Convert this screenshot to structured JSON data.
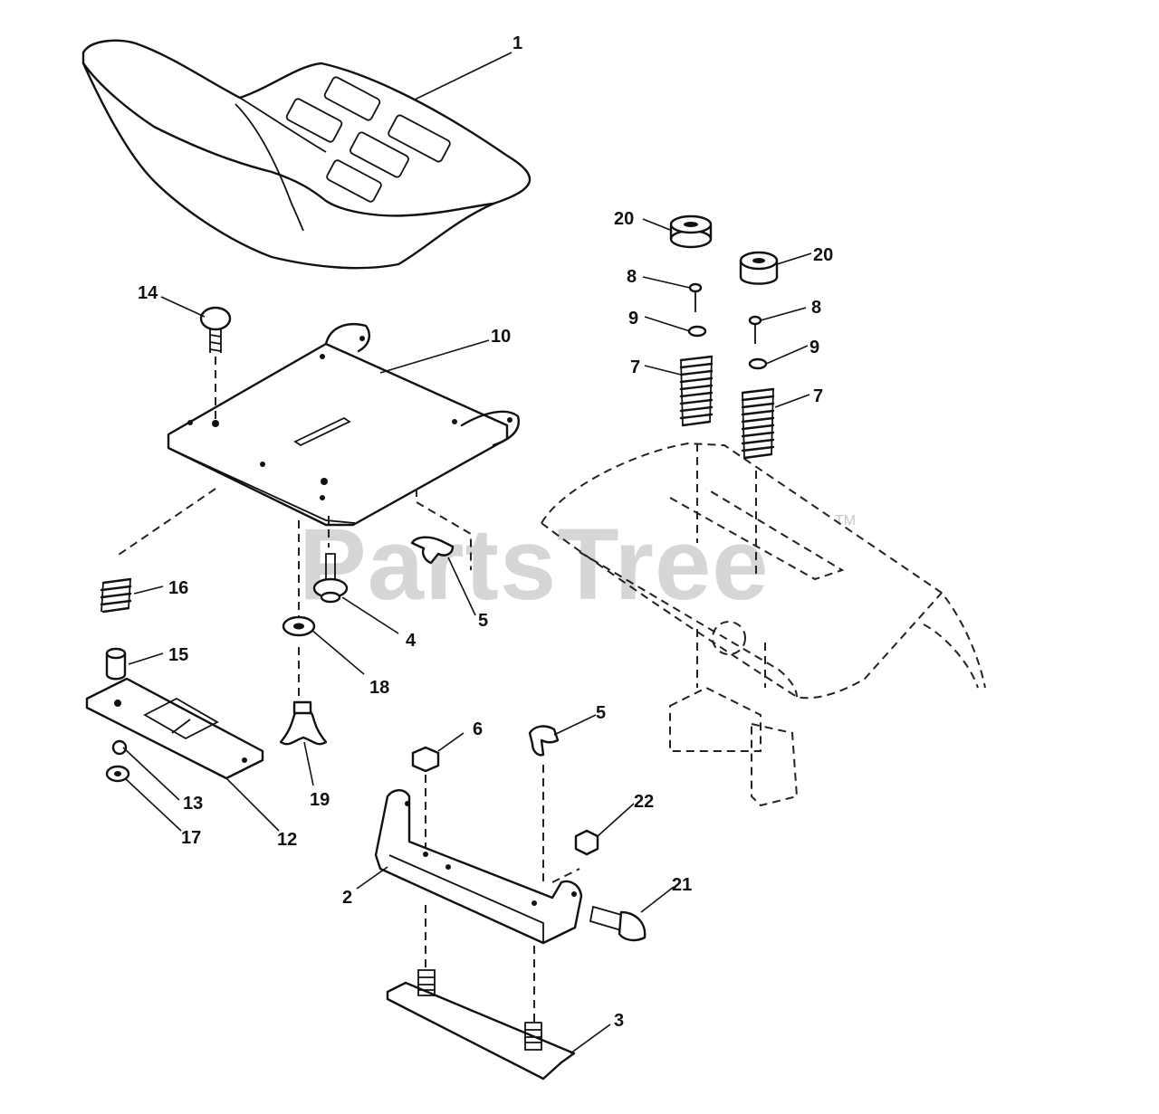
{
  "watermark": {
    "text": "PartsTree",
    "trademark": "TM"
  },
  "callouts": {
    "c1": "1",
    "c2": "2",
    "c3": "3",
    "c4": "4",
    "c5a": "5",
    "c5b": "5",
    "c6": "6",
    "c7a": "7",
    "c7b": "7",
    "c8a": "8",
    "c8b": "8",
    "c9a": "9",
    "c9b": "9",
    "c10": "10",
    "c12": "12",
    "c13": "13",
    "c14": "14",
    "c15": "15",
    "c16": "16",
    "c17": "17",
    "c18": "18",
    "c19": "19",
    "c20a": "20",
    "c20b": "20",
    "c21": "21",
    "c22": "22"
  }
}
